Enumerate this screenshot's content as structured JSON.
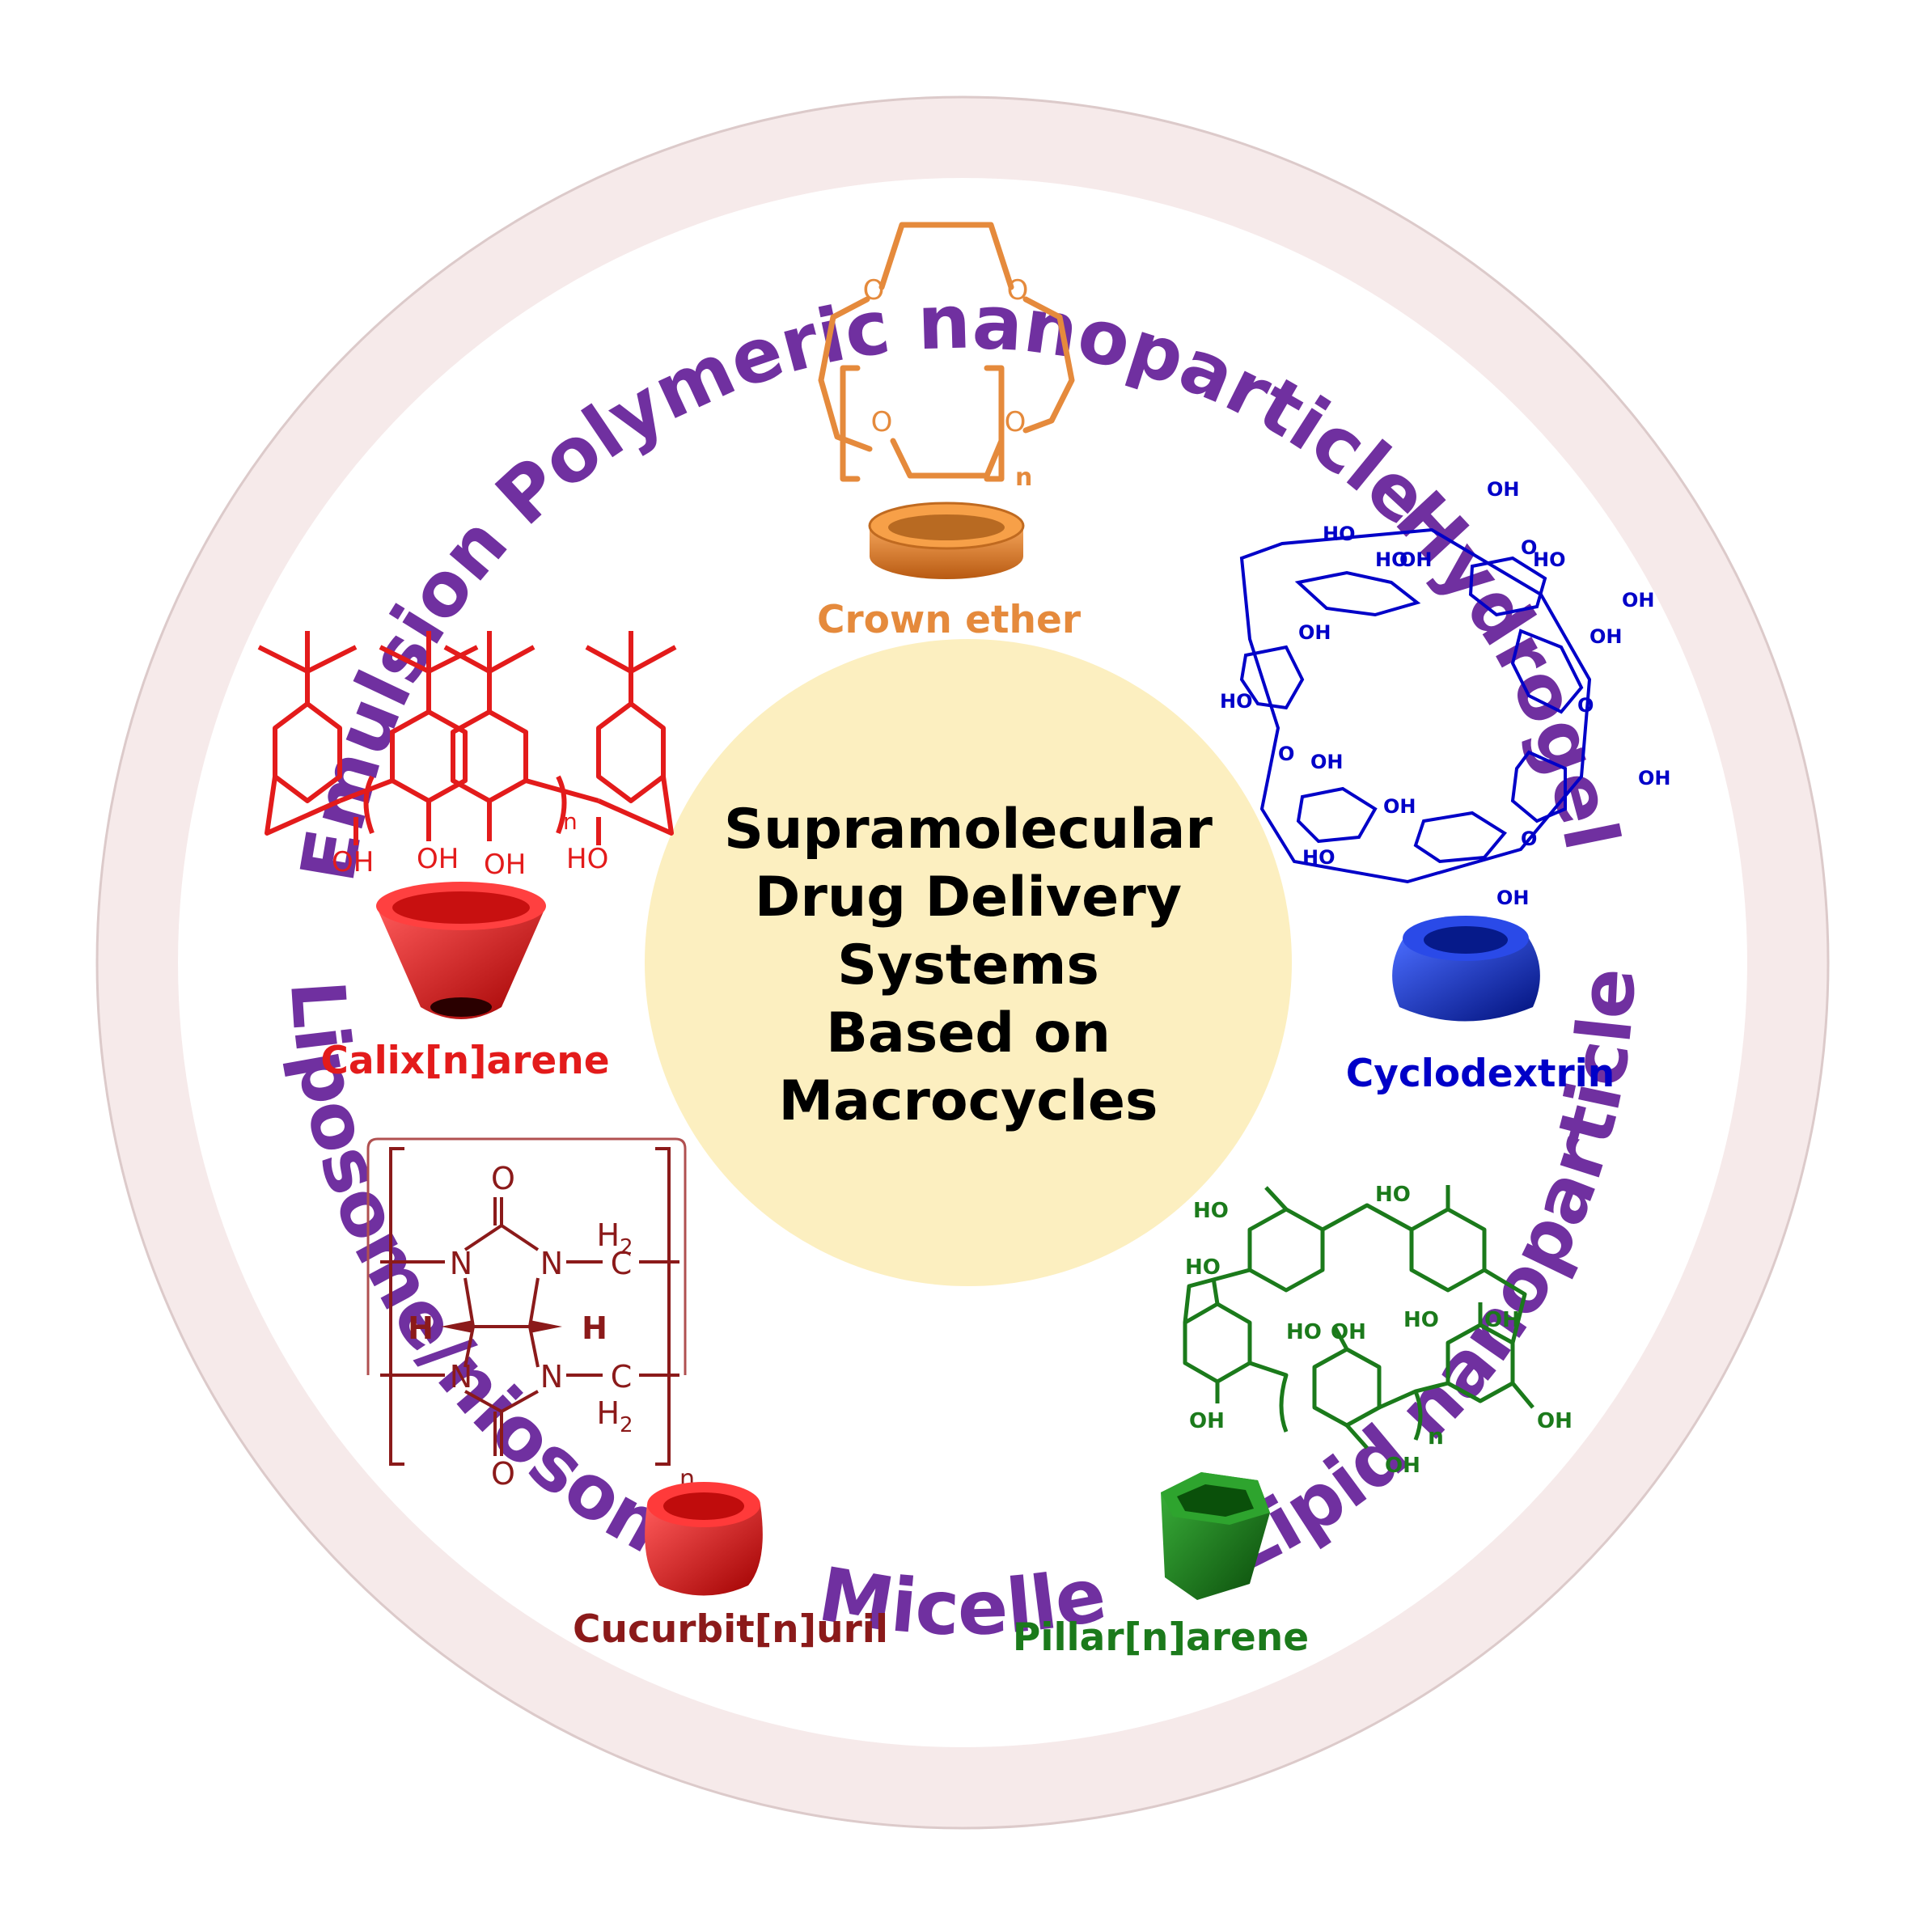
{
  "colors": {
    "ring": "#f6eaea",
    "ring_text": "#7030a0",
    "center_fill": "#fcefc0",
    "crown": "#e58a3c",
    "cyclodextrin": "#0000c8",
    "calixarene": "#e31b1b",
    "cucurbituril": "#8b1a1a",
    "pillararene": "#1b7a1b"
  },
  "ring_labels": [
    {
      "key": "polymeric",
      "text": "Polymeric nanoparticle"
    },
    {
      "key": "hydrogel",
      "text": "Hydrogel"
    },
    {
      "key": "lipid",
      "text": "Lipid nanoparticle"
    },
    {
      "key": "micelle",
      "text": "Micelle"
    },
    {
      "key": "liposome",
      "text": "Liposome/niosome"
    },
    {
      "key": "emulsion",
      "text": "Emulsion"
    }
  ],
  "center": {
    "lines": [
      "Supramolecular",
      "Drug Delivery",
      "Systems",
      "Based on",
      "Macrocycles"
    ]
  },
  "macrocycles": {
    "crown_ether": {
      "label": "Crown ether",
      "atom_o": "O",
      "subscript": "n"
    },
    "cyclodextrin": {
      "label": "Cyclodextrin",
      "hydroxyl": "HO",
      "hydroxyl_r": "OH",
      "atom_o": "O"
    },
    "calixarene": {
      "label": "Calix[n]arene",
      "hydroxyl": "OH",
      "hydroxyl_l": "HO",
      "subscript": "n"
    },
    "cucurbituril": {
      "label": "Cucurbit[n]uril",
      "atom_o": "O",
      "atom_n": "N",
      "atom_h": "H",
      "atom_c": "C",
      "h2": "H",
      "two": "2",
      "subscript": "n"
    },
    "pillararene": {
      "label": "Pillar[n]arene",
      "hydroxyl": "HO",
      "hydroxyl_r": "OH",
      "subscript": "n"
    }
  }
}
